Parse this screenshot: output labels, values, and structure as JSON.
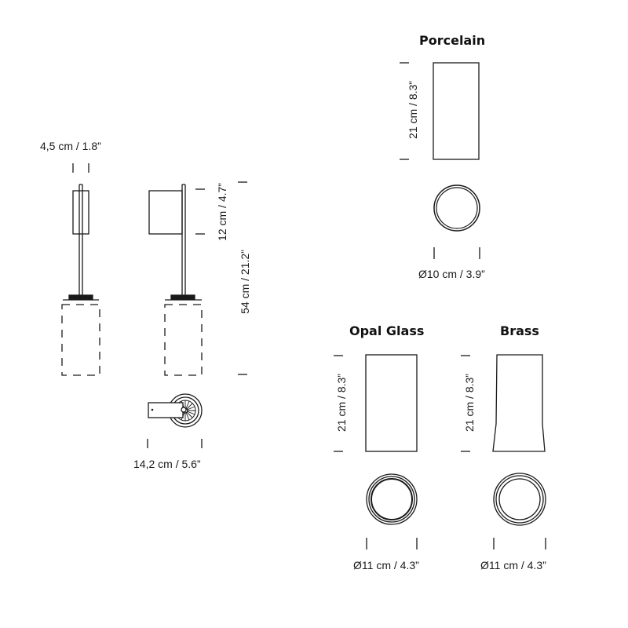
{
  "lamp": {
    "front_width_label": "4,5 cm / 1.8”",
    "shade_height_label": "12 cm / 4.7”",
    "total_height_label": "54 cm / 21.2”",
    "base_diameter_label": "14,2 cm / 5.6”"
  },
  "shades": [
    {
      "name": "Porcelain",
      "height_label": "21 cm / 8.3”",
      "diameter_label": "Ø10 cm / 3.9”"
    },
    {
      "name": "Opal Glass",
      "height_label": "21 cm / 8.3”",
      "diameter_label": "Ø11 cm / 4.3”"
    },
    {
      "name": "Brass",
      "height_label": "21 cm / 8.3”",
      "diameter_label": "Ø11 cm / 4.3”"
    }
  ],
  "colors": {
    "line": "#1a1a1a",
    "background": "#ffffff"
  }
}
